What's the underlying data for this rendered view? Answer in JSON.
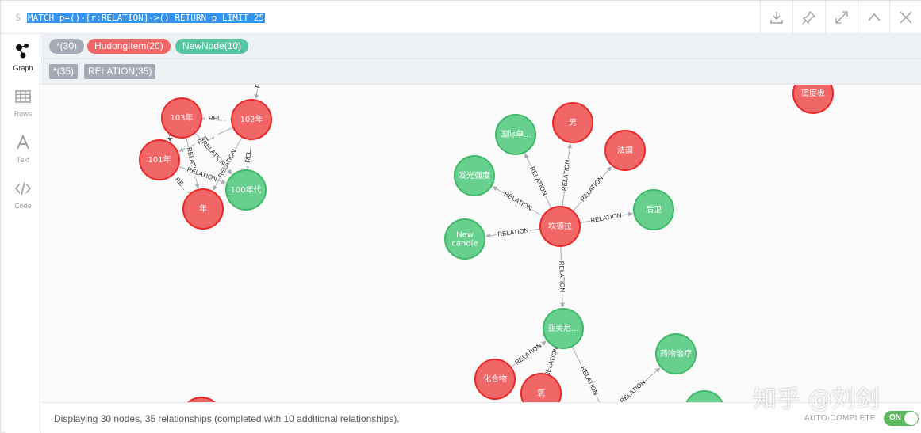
{
  "editor": {
    "prompt": "$",
    "query": "MATCH p=()-[r:RELATION]->() RETURN p LIMIT 25"
  },
  "toolbar": {
    "icons": [
      "download-icon",
      "pin-icon",
      "expand-icon",
      "collapse-up-icon",
      "close-icon"
    ]
  },
  "sidebar": {
    "items": [
      {
        "label": "Graph",
        "icon": "graph-icon",
        "active": true
      },
      {
        "label": "Rows",
        "icon": "table-icon",
        "active": false
      },
      {
        "label": "Text",
        "icon": "text-icon",
        "active": false
      },
      {
        "label": "Code",
        "icon": "code-icon",
        "active": false
      }
    ]
  },
  "legend": {
    "labels": [
      {
        "text": "*(30)",
        "color": "#a5abb6"
      },
      {
        "text": "HudongItem(20)",
        "color": "#f16667"
      },
      {
        "text": "NewNode(10)",
        "color": "#57c7a3"
      }
    ],
    "relationships": [
      {
        "text": "*(35)"
      },
      {
        "text": "RELATION(35)"
      }
    ]
  },
  "graph": {
    "colors": {
      "red": "#f16667",
      "red_border": "#eb2728",
      "green": "#68d08f",
      "green_border": "#3fb868",
      "edge": "#a5abb6"
    },
    "nodes": [
      {
        "id": "n103",
        "label": "103年",
        "color": "red"
      },
      {
        "id": "n102",
        "label": "102年",
        "color": "red"
      },
      {
        "id": "n101",
        "label": "101年",
        "color": "red"
      },
      {
        "id": "nnian",
        "label": "年",
        "color": "red"
      },
      {
        "id": "n100",
        "label": "100年代",
        "color": "green"
      },
      {
        "id": "nmi",
        "label": "密度板",
        "color": "red"
      },
      {
        "id": "nguoji",
        "label": "国际单...",
        "color": "green"
      },
      {
        "id": "nnan",
        "label": "男",
        "color": "red"
      },
      {
        "id": "nfaguo",
        "label": "法国",
        "color": "red"
      },
      {
        "id": "nfaguang",
        "label": "发光强度",
        "color": "green"
      },
      {
        "id": "nkan",
        "label": "坎德拉",
        "color": "red"
      },
      {
        "id": "nhouwei",
        "label": "后卫",
        "color": "green"
      },
      {
        "id": "nnew",
        "label": "New candle",
        "color": "green"
      },
      {
        "id": "nyamei",
        "label": "亚美尼...",
        "color": "green"
      },
      {
        "id": "nyaowu",
        "label": "药物治疗",
        "color": "green"
      },
      {
        "id": "nhuahe",
        "label": "化合物",
        "color": "red"
      },
      {
        "id": "nqi",
        "label": "氧",
        "color": "red"
      },
      {
        "id": "nbl",
        "label": "",
        "color": "red"
      },
      {
        "id": "nbr",
        "label": "",
        "color": "green"
      }
    ],
    "edges": [
      {
        "from": "nkan",
        "to": "nguoji",
        "label": "RELATION"
      },
      {
        "from": "nkan",
        "to": "nnan",
        "label": "RELATION"
      },
      {
        "from": "nkan",
        "to": "nfaguo",
        "label": "RELATION"
      },
      {
        "from": "nkan",
        "to": "nfaguang",
        "label": "RELATION"
      },
      {
        "from": "nkan",
        "to": "nhouwei",
        "label": "RELATION"
      },
      {
        "from": "nkan",
        "to": "nnew",
        "label": "RELATION"
      },
      {
        "from": "nkan",
        "to": "nyamei",
        "label": "RELATION"
      },
      {
        "from": "nhuahe",
        "to": "nyamei",
        "label": "RELATION"
      },
      {
        "from": "nqi",
        "to": "nyamei",
        "label": "RELATION"
      },
      {
        "from": "nyamei",
        "to": "nbm",
        "label": "RELATION"
      },
      {
        "from": "nbm",
        "to": "nyaowu",
        "label": "RELATION"
      },
      {
        "from": "n103",
        "to": "n102",
        "label": "REL..."
      },
      {
        "from": "n102",
        "to": "n103",
        "label": "REL..."
      },
      {
        "from": "n102",
        "to": "n101",
        "label": "REL..."
      },
      {
        "from": "n103",
        "to": "n101",
        "label": "RELATION"
      },
      {
        "from": "n103",
        "to": "nnian",
        "label": "RELATION"
      },
      {
        "from": "n101",
        "to": "n100",
        "label": "RELATION"
      },
      {
        "from": "n102",
        "to": "nnian",
        "label": "RELATION"
      },
      {
        "from": "n103",
        "to": "n100",
        "label": "RELATION"
      },
      {
        "from": "n102",
        "to": "n100",
        "label": "REL..."
      },
      {
        "from": "n101",
        "to": "nnian",
        "label": "RE..."
      },
      {
        "from": "nup",
        "to": "n102",
        "label": "RE"
      }
    ]
  },
  "footer": {
    "status": "Displaying 30 nodes, 35 relationships (completed with 10 additional relationships).",
    "autocomplete_label": "AUTO-COMPLETE",
    "autocomplete_state": "ON"
  },
  "watermark": "知乎 @刘剑"
}
